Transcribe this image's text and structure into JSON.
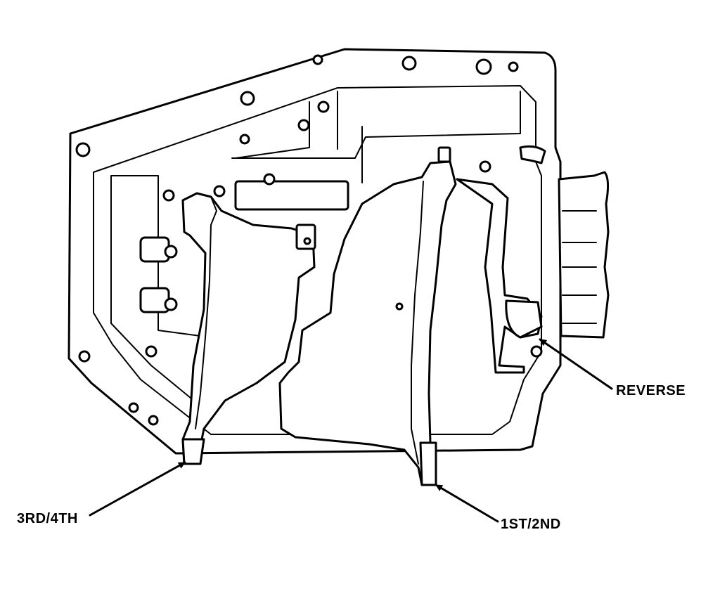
{
  "labels": {
    "reverse": "REVERSE",
    "third_fourth": "3RD/4TH",
    "first_second": "1ST/2ND"
  },
  "colors": {
    "ink": "#000000",
    "paper": "#ffffff"
  }
}
